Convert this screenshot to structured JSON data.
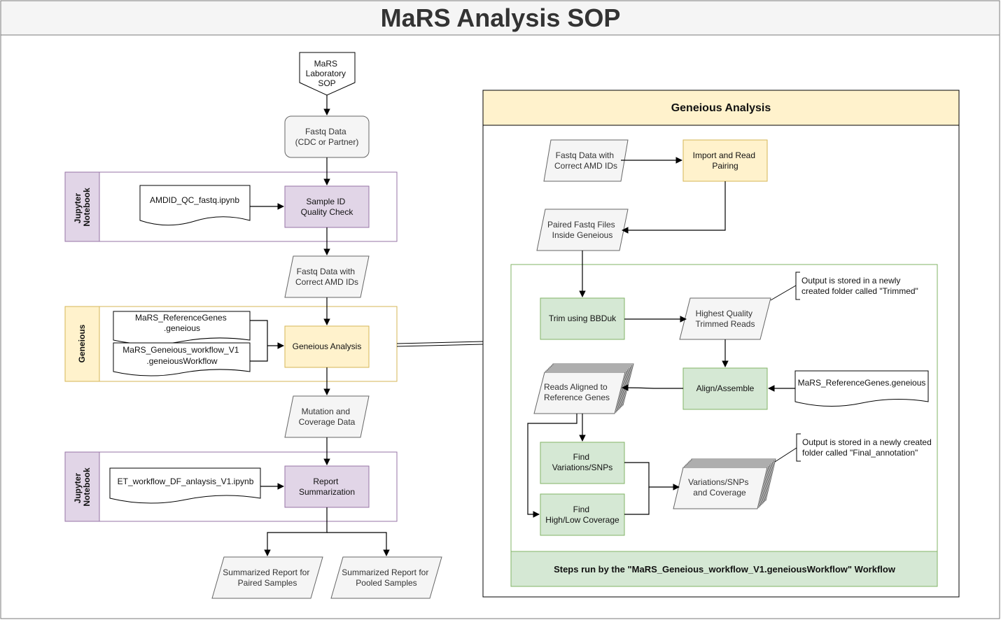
{
  "title": "MaRS Analysis SOP",
  "colors": {
    "title_bar": "#f5f5f5",
    "purple_fill": "#e1d5e7",
    "purple_stroke": "#9673a6",
    "yellow_fill": "#fff2cc",
    "yellow_stroke": "#d6b656",
    "green_fill": "#d5e8d4",
    "green_stroke": "#82b366",
    "grey_fill": "#f5f5f5",
    "grey_stroke": "#666666"
  },
  "nodes": {
    "lab_sop": [
      "MaRS",
      "Laboratory",
      "SOP"
    ],
    "fastq_data": [
      "Fastq Data",
      "(CDC or Partner)"
    ],
    "sample_id_qc": [
      "Sample ID",
      "Quality Check"
    ],
    "amdid_notebook": [
      "AMDID_QC_fastq.ipynb"
    ],
    "fastq_correct_ids": [
      "Fastq Data with",
      "Correct AMD IDs"
    ],
    "ref_genes_doc": [
      "MaRS_ReferenceGenes",
      ".geneious"
    ],
    "workflow_doc": [
      "MaRS_Geneious_workflow_V1",
      ".geneiousWorkflow"
    ],
    "geneious_analysis": [
      "Geneious Analysis"
    ],
    "mutation_coverage": [
      "Mutation and",
      "Coverage Data"
    ],
    "et_notebook": [
      "ET_workflow_DF_anlaysis_V1.ipynb"
    ],
    "report_summarization": [
      "Report",
      "Summarization"
    ],
    "report_paired": [
      "Summarized Report for",
      "Paired Samples"
    ],
    "report_pooled": [
      "Summarized Report for",
      "Pooled Samples"
    ]
  },
  "swimlanes": {
    "jupyter_top": [
      "Jupyter",
      "Notebook"
    ],
    "geneious": [
      "Geneious"
    ],
    "jupyter_bottom": [
      "Jupyter",
      "Notebook"
    ]
  },
  "geneious_panel": {
    "title": "Geneious Analysis",
    "fastq_in": [
      "Fastq Data with",
      "Correct AMD IDs"
    ],
    "import_pairing": [
      "Import and Read",
      "Pairing"
    ],
    "paired_files": [
      "Paired Fastq Files",
      "Inside Geneious"
    ],
    "trim": [
      "Trim using BBDuk"
    ],
    "trimmed_reads": [
      "Highest Quality",
      "Trimmed Reads"
    ],
    "trimmed_note": [
      "Output is stored in a newly",
      "created folder called \"Trimmed\""
    ],
    "align": [
      "Align/Assemble"
    ],
    "ref_genes_doc": [
      "MaRS_ReferenceGenes.geneious"
    ],
    "reads_aligned": [
      "Reads Aligned to",
      "Reference Genes"
    ],
    "find_snps": [
      "Find",
      "Variations/SNPs"
    ],
    "find_coverage": [
      "Find",
      "High/Low Coverage"
    ],
    "variations_coverage": [
      "Variations/SNPs",
      "and Coverage"
    ],
    "final_note": [
      "Output is stored in a newly created",
      "folder called \"Final_annotation\""
    ],
    "workflow_footer": "Steps run by the \"MaRS_Geneious_workflow_V1.geneiousWorkflow\" Workflow"
  }
}
